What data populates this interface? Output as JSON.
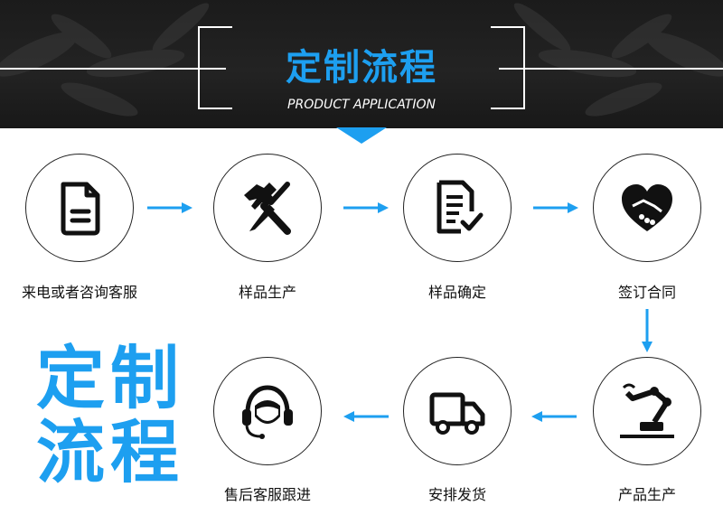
{
  "banner": {
    "title": "定制流程",
    "subtitle": "PRODUCT APPLICATION"
  },
  "side_title": "定制流程",
  "steps": [
    {
      "label": "来电或者咨询客服",
      "icon": "document-icon"
    },
    {
      "label": "样品生产",
      "icon": "hammer-screwdriver-icon"
    },
    {
      "label": "样品确定",
      "icon": "checklist-icon"
    },
    {
      "label": "签订合同",
      "icon": "handshake-heart-icon"
    },
    {
      "label": "产品生产",
      "icon": "robot-arm-icon"
    },
    {
      "label": "安排发货",
      "icon": "delivery-truck-icon"
    },
    {
      "label": "售后客服跟进",
      "icon": "customer-service-headset-icon"
    }
  ],
  "colors": {
    "accent": "#1d9ff0",
    "banner": "#1f1f1f",
    "stroke": "#222222"
  }
}
